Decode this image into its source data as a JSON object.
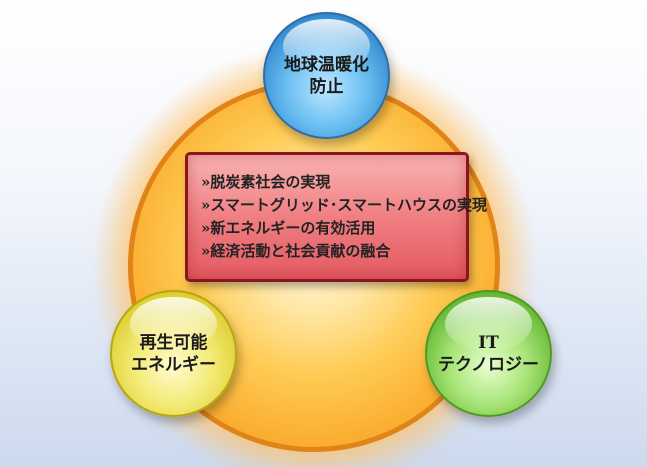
{
  "circles": {
    "top": {
      "line1": "地球温暖化",
      "line2": "防止",
      "color": "#3a92d6"
    },
    "left": {
      "line1": "再生可能",
      "line2": "エネルギー",
      "color": "#e5d83c"
    },
    "right": {
      "line1": "IT",
      "line2": "テクノロジー",
      "color": "#71c23e"
    },
    "center_color": "#fbb033"
  },
  "box": {
    "color": "#ec7479",
    "items": [
      {
        "marker": "»",
        "text": "脱炭素社会の実現"
      },
      {
        "marker": "»",
        "text": "スマートグリッド･スマートハウスの実現"
      },
      {
        "marker": "»",
        "text": "新エネルギーの有効活用"
      },
      {
        "marker": "»",
        "text": "経済活動と社会貢献の融合"
      }
    ]
  }
}
